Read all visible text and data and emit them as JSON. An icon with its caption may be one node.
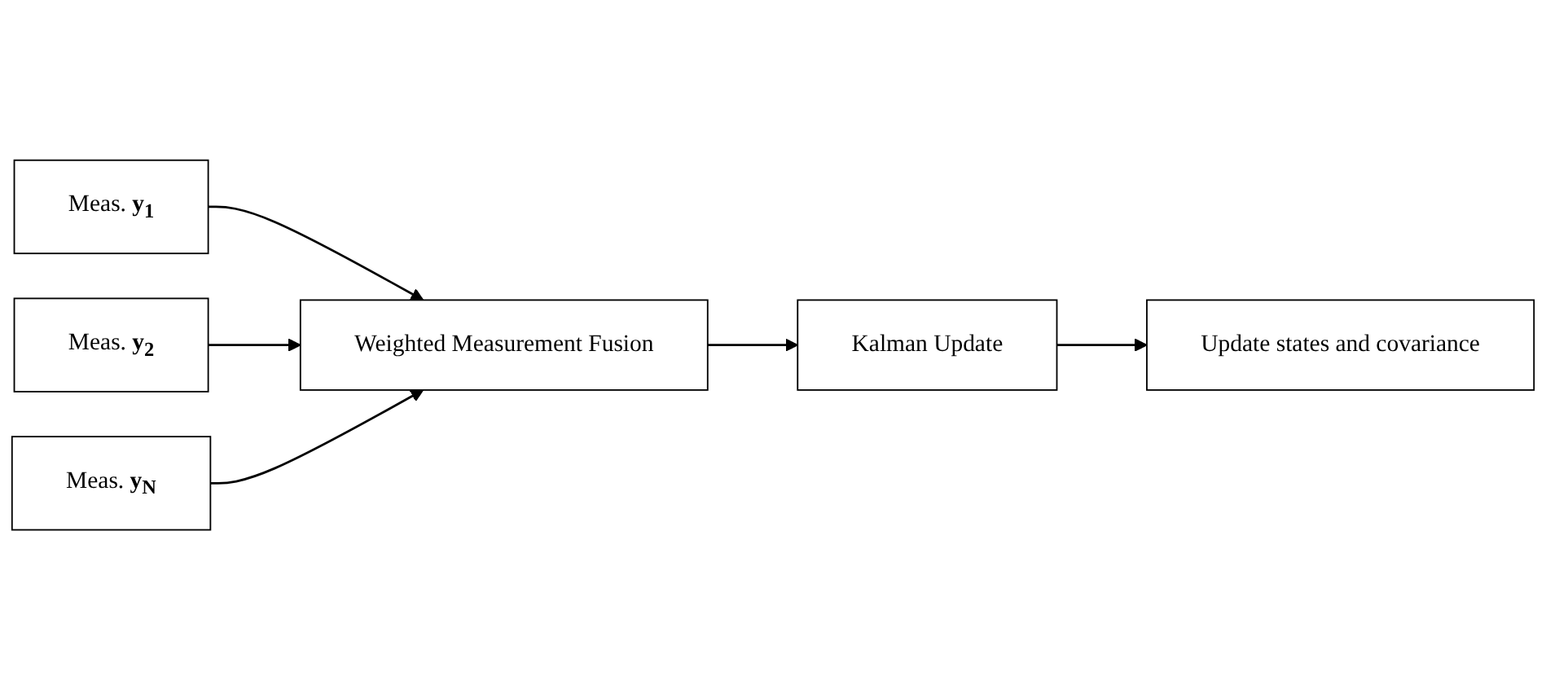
{
  "diagram": {
    "nodes": [
      {
        "text": [
          "Meas. **y**$_{1}$"
        ]
      },
      {
        "text": [
          "Meas. **y**$_{2}$"
        ]
      },
      {
        "text": [
          "Meas. **y**$_{N}$"
        ]
      },
      {
        "text": [
          "Weighted Measurement Fusion"
        ]
      },
      {
        "text": [
          "Kalman Update"
        ]
      },
      {
        "text": [
          "Update states and covariance"
        ]
      }
    ],
    "edges": [
      {
        "from": 0,
        "to": 3,
        "arrow": "to"
      },
      {
        "from": 1,
        "to": 3,
        "arrow": "to"
      },
      {
        "from": 2,
        "to": 3,
        "arrow": "to"
      },
      {
        "from": 3,
        "to": 4,
        "arrow": "to"
      },
      {
        "from": 4,
        "to": 5,
        "arrow": "to"
      }
    ]
  }
}
